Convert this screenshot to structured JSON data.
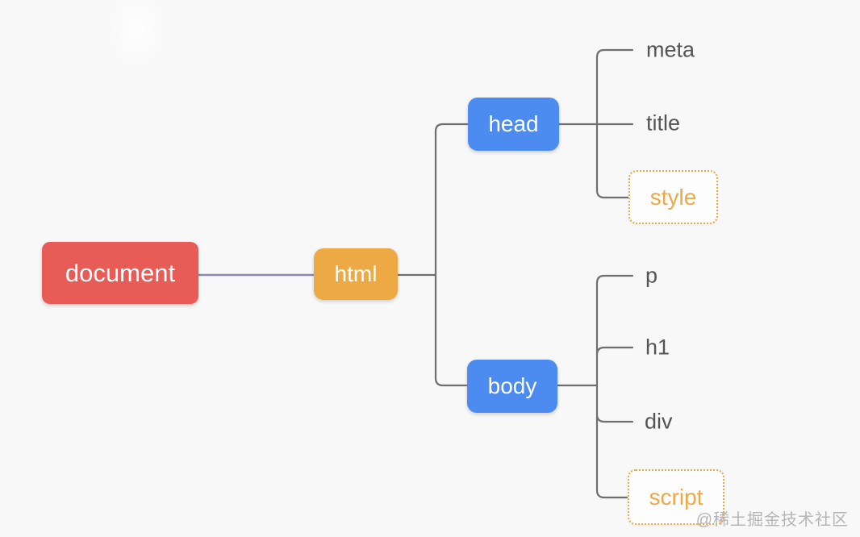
{
  "page": {
    "background": "#f8f8f8",
    "watermark": "@稀土掘金技术社区"
  },
  "palette": {
    "node_red": "#e85c57",
    "node_orange": "#edaa44",
    "node_blue": "#4c8bf0",
    "dotted_accent": "#e9a843",
    "edge_gray": "#6f6f6f",
    "edge_purple": "#8b87ae",
    "leaf_text": "#545454",
    "watermark_text": "#b5b5b5"
  },
  "nodes": {
    "document": {
      "label": "document",
      "kind": "solid",
      "fill": "#e85c57"
    },
    "html": {
      "label": "html",
      "kind": "solid",
      "fill": "#edaa44"
    },
    "head": {
      "label": "head",
      "kind": "solid",
      "fill": "#4c8bf0"
    },
    "body": {
      "label": "body",
      "kind": "solid",
      "fill": "#4c8bf0"
    },
    "meta": {
      "label": "meta",
      "kind": "text"
    },
    "title": {
      "label": "title",
      "kind": "text"
    },
    "style": {
      "label": "style",
      "kind": "dotted",
      "accent": "#e9a843"
    },
    "p": {
      "label": "p",
      "kind": "text"
    },
    "h1": {
      "label": "h1",
      "kind": "text"
    },
    "div": {
      "label": "div",
      "kind": "text"
    },
    "script": {
      "label": "script",
      "kind": "dotted",
      "accent": "#e9a843"
    }
  },
  "hierarchy": {
    "document": [
      "html"
    ],
    "html": [
      "head",
      "body"
    ],
    "head": [
      "meta",
      "title",
      "style"
    ],
    "body": [
      "p",
      "h1",
      "div",
      "script"
    ]
  }
}
